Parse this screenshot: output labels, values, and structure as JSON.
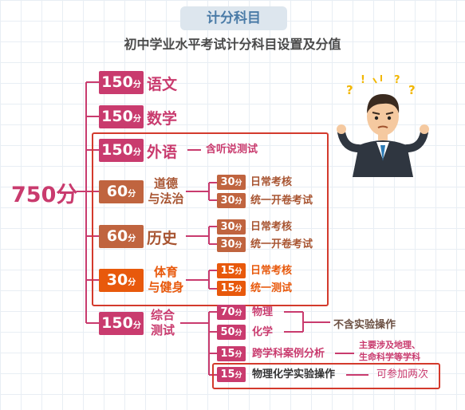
{
  "header": {
    "title": "计分科目",
    "subtitle": "初中学业水平考试计分科目设置及分值"
  },
  "total": {
    "value": "750",
    "unit": "分"
  },
  "subjects": [
    {
      "score": "150",
      "unit": "分",
      "name": "语文"
    },
    {
      "score": "150",
      "unit": "分",
      "name": "数学"
    },
    {
      "score": "150",
      "unit": "分",
      "name": "外语",
      "note": "含听说测试"
    },
    {
      "score": "60",
      "unit": "分",
      "name_line1": "道德",
      "name_line2": "与法治",
      "parts": [
        {
          "score": "30",
          "unit": "分",
          "label": "日常考核"
        },
        {
          "score": "30",
          "unit": "分",
          "label": "统一开卷考试"
        }
      ]
    },
    {
      "score": "60",
      "unit": "分",
      "name": "历史",
      "parts": [
        {
          "score": "30",
          "unit": "分",
          "label": "日常考核"
        },
        {
          "score": "30",
          "unit": "分",
          "label": "统一开卷考试"
        }
      ]
    },
    {
      "score": "30",
      "unit": "分",
      "name_line1": "体育",
      "name_line2": "与健身",
      "parts": [
        {
          "score": "15",
          "unit": "分",
          "label": "日常考核"
        },
        {
          "score": "15",
          "unit": "分",
          "label": "统一测试"
        }
      ]
    },
    {
      "score": "150",
      "unit": "分",
      "name_line1": "综合",
      "name_line2": "测试",
      "parts": [
        {
          "score": "70",
          "unit": "分",
          "label": "物理"
        },
        {
          "score": "50",
          "unit": "分",
          "label": "化学"
        },
        {
          "score": "15",
          "unit": "分",
          "label": "跨学科案例分析"
        },
        {
          "score": "15",
          "unit": "分",
          "label": "物理化学实验操作"
        }
      ],
      "notes": {
        "no_lab": "不含实验操作",
        "cross_line1": "主要涉及地理、",
        "cross_line2": "生命科学等学科",
        "lab": "可参加两次"
      }
    }
  ],
  "colors": {
    "pink": "#c93b6e",
    "brown": "#c0643f",
    "orange": "#e8590c",
    "highlight": "#d33a2c",
    "header_text": "#4a7ba7"
  },
  "illustration": {
    "icon": "confused-man-icon"
  }
}
